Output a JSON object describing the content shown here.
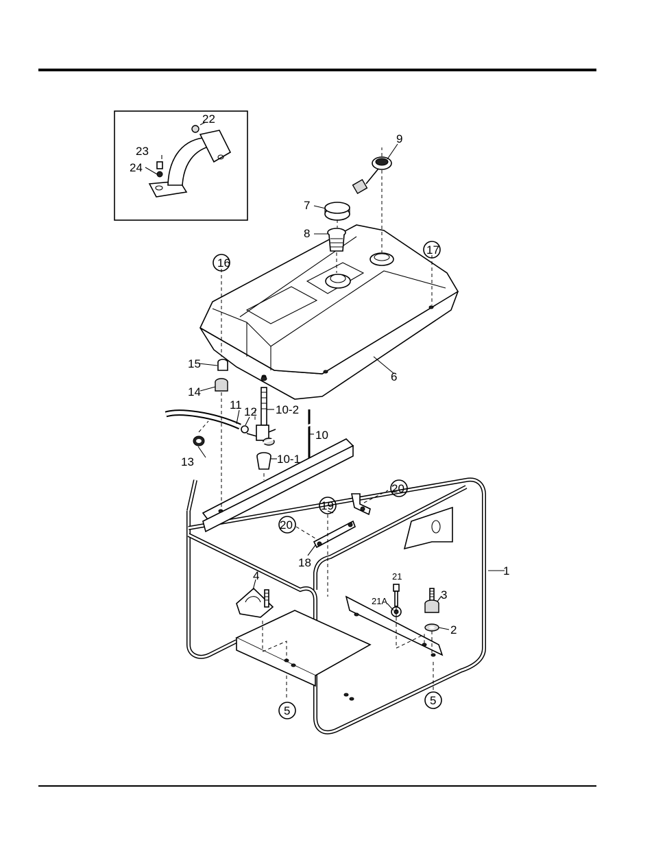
{
  "labels": {
    "l1": "1",
    "l2": "2",
    "l3": "3",
    "l4": "4",
    "l5a": "5",
    "l5b": "5",
    "l6": "6",
    "l7": "7",
    "l8": "8",
    "l9": "9",
    "l10": "10",
    "l10_1": "10-1",
    "l10_2": "10-2",
    "l11": "11",
    "l12": "12",
    "l13": "13",
    "l14": "14",
    "l15": "15",
    "l16": "16",
    "l17": "17",
    "l18": "18",
    "l19": "19",
    "l20a": "20",
    "l20b": "20",
    "l21": "21",
    "l21a": "21A",
    "l22": "22",
    "l23": "23",
    "l24": "24"
  }
}
